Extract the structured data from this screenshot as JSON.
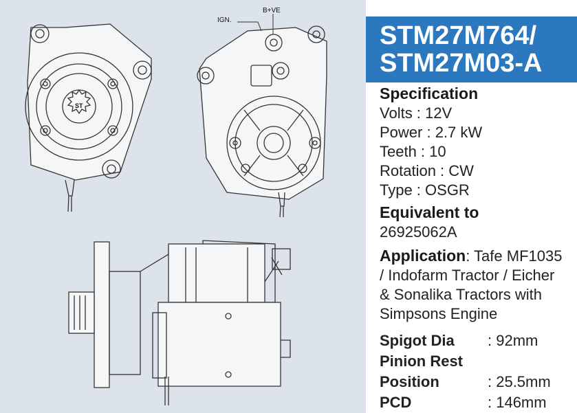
{
  "title": {
    "line1": "STM27M764/",
    "line2": "STM27M03-A"
  },
  "diagram": {
    "ign_label": "IGN.",
    "bplus_label": "B+VE",
    "pinion_label": "ST"
  },
  "spec": {
    "heading": "Specification",
    "volts": "Volts : 12V",
    "power": "Power : 2.7 kW",
    "teeth": "Teeth : 10",
    "rotation": "Rotation : CW",
    "type": "Type : OSGR"
  },
  "equivalent": {
    "heading": "Equivalent to",
    "value": "26925062A"
  },
  "application": {
    "heading": "Application",
    "line1": ": Tafe MF1035",
    "line2": "/ Indofarm Tractor / Eicher",
    "line3": "& Sonalika Tractors with",
    "line4": "Simpsons Engine"
  },
  "dimensions": {
    "spigot_label": "Spigot Dia",
    "spigot_value": ": 92mm",
    "pinion_label_1": "Pinion Rest",
    "pinion_label_2": "Position",
    "pinion_value": ": 25.5mm",
    "pcd_label": "PCD",
    "pcd_value": ": 146mm"
  },
  "colors": {
    "banner": "#2b78bf",
    "drawing_bg": "#dde3ea"
  }
}
